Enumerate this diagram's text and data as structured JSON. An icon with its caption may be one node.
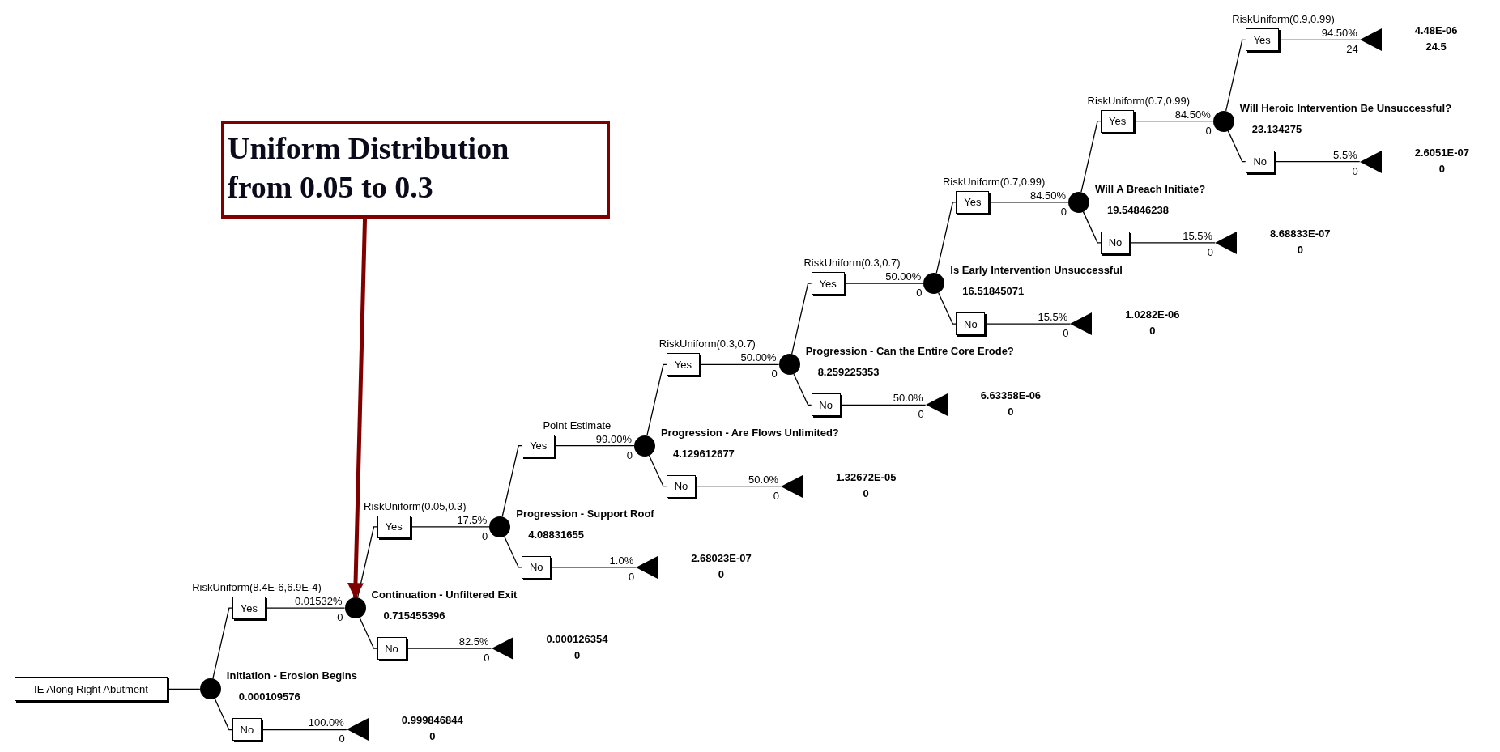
{
  "diagram": {
    "nodes": [
      {
        "text": [
          "Uniform Distribution from 0.05 to 0.3"
        ]
      },
      {
        "text": [
          "IE Along Right Abutment"
        ]
      },
      {
        "text": [],
        "shape": "circle",
        "beside": [
          "Initiation - Erosion Begins",
          "0.000109576"
        ]
      },
      {
        "text": [
          "Yes"
        ],
        "beside": [
          "RiskUniform(8.4E-6,6.9E-4)"
        ]
      },
      {
        "text": [
          "No"
        ]
      },
      {
        "text": [],
        "shape": "triangle",
        "beside": [
          "0.999846844",
          "0"
        ]
      },
      {
        "text": [],
        "shape": "circle",
        "beside": [
          "Continuation - Unfiltered Exit",
          "0.715455396"
        ]
      },
      {
        "text": [
          "Yes"
        ],
        "beside": [
          "RiskUniform(0.05,0.3)"
        ]
      },
      {
        "text": [
          "No"
        ]
      },
      {
        "text": [],
        "shape": "triangle",
        "beside": [
          "0.000126354",
          "0"
        ]
      },
      {
        "text": [],
        "shape": "circle",
        "beside": [
          "Progression - Support Roof",
          "4.08831655"
        ]
      },
      {
        "text": [
          "Yes"
        ],
        "beside": [
          "Point Estimate"
        ]
      },
      {
        "text": [
          "No"
        ]
      },
      {
        "text": [],
        "shape": "triangle",
        "beside": [
          "2.68023E-07",
          "0"
        ]
      },
      {
        "text": [],
        "shape": "circle",
        "beside": [
          "Progression - Are Flows Unlimited?",
          "4.129612677"
        ]
      },
      {
        "text": [
          "Yes"
        ],
        "beside": [
          "RiskUniform(0.3,0.7)"
        ]
      },
      {
        "text": [
          "No"
        ]
      },
      {
        "text": [],
        "shape": "triangle",
        "beside": [
          "1.32672E-05",
          "0"
        ]
      },
      {
        "text": [],
        "shape": "circle",
        "beside": [
          "Progression - Can the Entire Core Erode?",
          "8.259225353"
        ]
      },
      {
        "text": [
          "Yes"
        ],
        "beside": [
          "RiskUniform(0.3,0.7)"
        ]
      },
      {
        "text": [
          "No"
        ]
      },
      {
        "text": [],
        "shape": "triangle",
        "beside": [
          "6.63358E-06",
          "0"
        ]
      },
      {
        "text": [],
        "shape": "circle",
        "beside": [
          "Is Early Intervention Unsuccessful",
          "16.51845071"
        ]
      },
      {
        "text": [
          "Yes"
        ],
        "beside": [
          "RiskUniform(0.7,0.99)"
        ]
      },
      {
        "text": [
          "No"
        ]
      },
      {
        "text": [],
        "shape": "triangle",
        "beside": [
          "1.0282E-06",
          "0"
        ]
      },
      {
        "text": [],
        "shape": "circle",
        "beside": [
          "Will A Breach Initiate?",
          "19.54846238"
        ]
      },
      {
        "text": [
          "Yes"
        ],
        "beside": [
          "RiskUniform(0.7,0.99)"
        ]
      },
      {
        "text": [
          "No"
        ]
      },
      {
        "text": [],
        "shape": "triangle",
        "beside": [
          "8.68833E-07",
          "0"
        ]
      },
      {
        "text": [],
        "shape": "circle",
        "beside": [
          "Will Heroic Intervention Be Unsuccessful?",
          "23.134275"
        ]
      },
      {
        "text": [
          "Yes"
        ],
        "beside": [
          "RiskUniform(0.9,0.99)"
        ]
      },
      {
        "text": [
          "No"
        ]
      },
      {
        "text": [],
        "shape": "triangle",
        "beside": [
          "2.6051E-07",
          "0"
        ]
      },
      {
        "text": [],
        "shape": "triangle",
        "beside": [
          "4.48E-06",
          "24.5"
        ]
      }
    ],
    "edges": [
      {
        "from": 1,
        "to": 2,
        "arrow": "none"
      },
      {
        "from": 2,
        "to": 3,
        "arrow": "none"
      },
      {
        "from": 2,
        "to": 4,
        "arrow": "none"
      },
      {
        "from": 3,
        "to": 6,
        "arrow": "none",
        "label": "0.01532%"
      },
      {
        "from": 4,
        "to": 5,
        "arrow": "none",
        "label": "100.0%"
      },
      {
        "from": 6,
        "to": 7,
        "arrow": "none"
      },
      {
        "from": 6,
        "to": 8,
        "arrow": "none"
      },
      {
        "from": 7,
        "to": 10,
        "arrow": "none",
        "label": "17.5%"
      },
      {
        "from": 8,
        "to": 9,
        "arrow": "none",
        "label": "82.5%"
      },
      {
        "from": 10,
        "to": 11,
        "arrow": "none"
      },
      {
        "from": 10,
        "to": 12,
        "arrow": "none"
      },
      {
        "from": 11,
        "to": 14,
        "arrow": "none",
        "label": "99.00%"
      },
      {
        "from": 12,
        "to": 13,
        "arrow": "none",
        "label": "1.0%"
      },
      {
        "from": 14,
        "to": 15,
        "arrow": "none"
      },
      {
        "from": 14,
        "to": 16,
        "arrow": "none"
      },
      {
        "from": 15,
        "to": 18,
        "arrow": "none",
        "label": "50.00%"
      },
      {
        "from": 16,
        "to": 17,
        "arrow": "none",
        "label": "50.0%"
      },
      {
        "from": 18,
        "to": 19,
        "arrow": "none"
      },
      {
        "from": 18,
        "to": 20,
        "arrow": "none"
      },
      {
        "from": 19,
        "to": 22,
        "arrow": "none",
        "label": "50.00%"
      },
      {
        "from": 20,
        "to": 21,
        "arrow": "none",
        "label": "50.0%"
      },
      {
        "from": 22,
        "to": 23,
        "arrow": "none"
      },
      {
        "from": 22,
        "to": 24,
        "arrow": "none"
      },
      {
        "from": 23,
        "to": 26,
        "arrow": "none",
        "label": "84.50%"
      },
      {
        "from": 24,
        "to": 25,
        "arrow": "none",
        "label": "15.5%"
      },
      {
        "from": 26,
        "to": 27,
        "arrow": "none"
      },
      {
        "from": 26,
        "to": 28,
        "arrow": "none"
      },
      {
        "from": 27,
        "to": 30,
        "arrow": "none",
        "label": "84.50%"
      },
      {
        "from": 28,
        "to": 29,
        "arrow": "none",
        "label": "15.5%"
      },
      {
        "from": 30,
        "to": 31,
        "arrow": "none"
      },
      {
        "from": 30,
        "to": 32,
        "arrow": "none"
      },
      {
        "from": 31,
        "to": 34,
        "arrow": "none",
        "label": "94.50%"
      },
      {
        "from": 32,
        "to": 33,
        "arrow": "none",
        "label": "5.5%"
      },
      {
        "from": 0,
        "to": 6,
        "arrow": "to",
        "style": "thick",
        "color": "#800000"
      }
    ],
    "labels": [
      "0",
      "0",
      "0",
      "0",
      "0",
      "0",
      "0",
      "0",
      "0",
      "0",
      "0",
      "0",
      "0",
      "0",
      "24",
      "0"
    ]
  }
}
